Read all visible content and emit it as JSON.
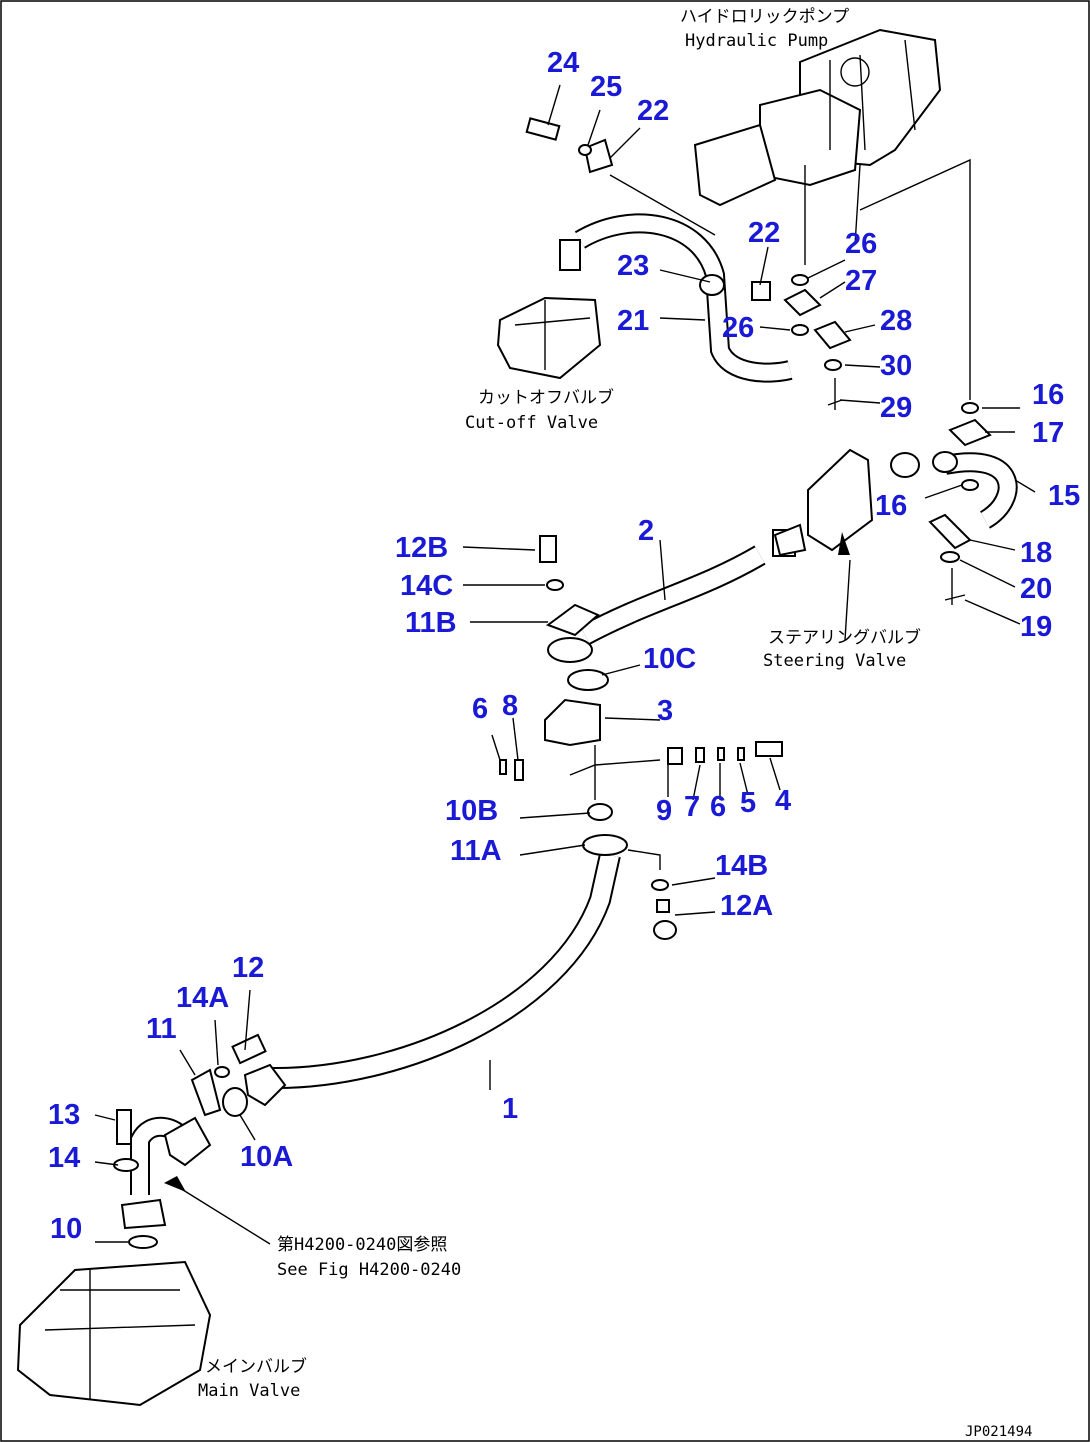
{
  "captions": {
    "pump_jp": "ハイドロリックポンプ",
    "pump_en": "Hydraulic Pump",
    "cutoff_jp": "カットオフバルブ",
    "cutoff_en": "Cut-off Valve",
    "steering_jp": "ステアリングバルブ",
    "steering_en": "Steering Valve",
    "see_fig_jp": "第H4200-0240図参照",
    "see_fig_en": "See Fig H4200-0240",
    "main_jp": "メインバルブ",
    "main_en": "Main Valve",
    "drawing_no": "JP021494"
  },
  "callouts": [
    "24",
    "25",
    "22",
    "22",
    "26",
    "27",
    "23",
    "21",
    "26",
    "28",
    "30",
    "29",
    "16",
    "17",
    "16",
    "15",
    "18",
    "20",
    "19",
    "2",
    "12B",
    "14C",
    "11B",
    "10C",
    "6",
    "8",
    "3",
    "10B",
    "9",
    "7",
    "6",
    "5",
    "4",
    "11A",
    "14B",
    "12A",
    "12",
    "14A",
    "11",
    "1",
    "13",
    "10A",
    "14",
    "10"
  ]
}
